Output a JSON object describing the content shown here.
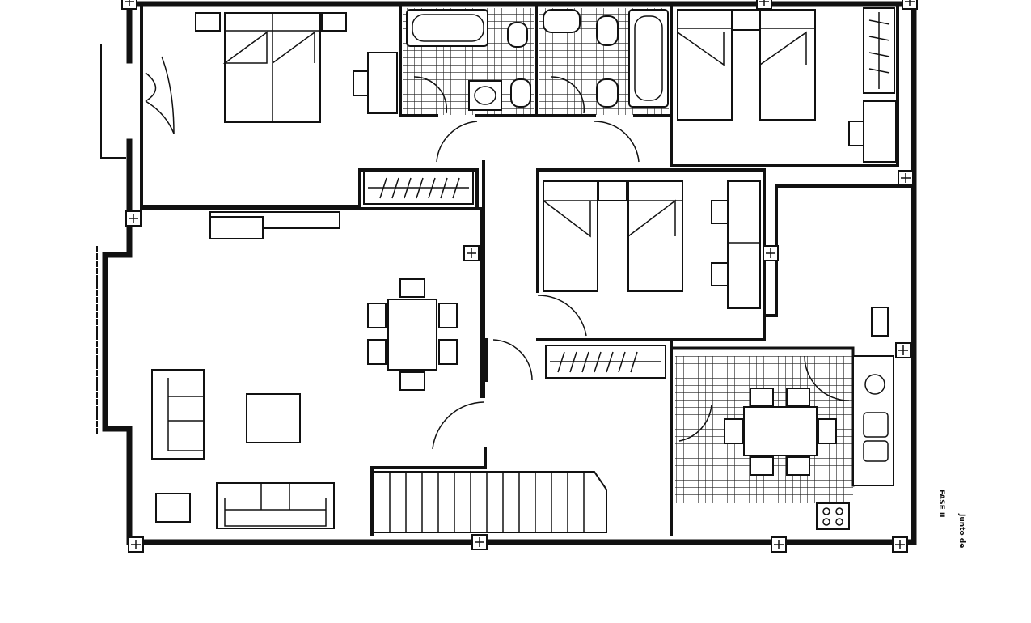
{
  "drawing": {
    "type": "floor plan",
    "line_color": "#111111",
    "background": "#ffffff",
    "labels": {
      "phase": "FASE II",
      "note": "Junto de"
    },
    "rooms": [
      "bedroom",
      "bathroom",
      "bathroom",
      "bedroom",
      "living-dining",
      "bedroom",
      "kitchen",
      "hall",
      "staircase"
    ]
  }
}
